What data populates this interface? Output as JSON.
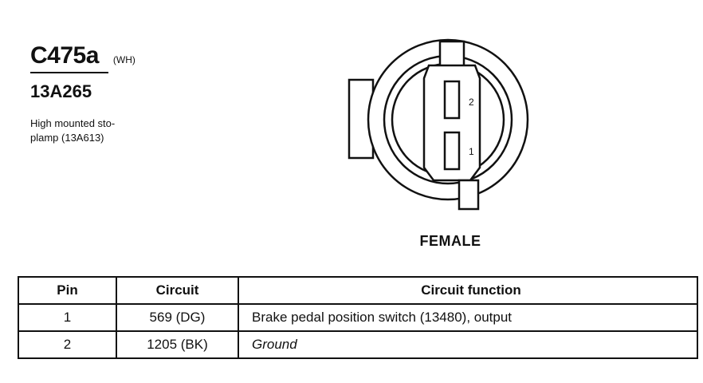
{
  "connector": {
    "id": "C475a",
    "color_code": "(WH)",
    "part_number": "13A265",
    "description": "High mounted sto-\nplamp (13A613)",
    "view_label": "FEMALE",
    "pin_labels": [
      "2",
      "1"
    ]
  },
  "table": {
    "headers": [
      "Pin",
      "Circuit",
      "Circuit function"
    ],
    "rows": [
      {
        "pin": "1",
        "circuit": "569 (DG)",
        "function": "Brake pedal position switch (13480), output"
      },
      {
        "pin": "2",
        "circuit": "1205 (BK)",
        "function": "Ground"
      }
    ]
  }
}
